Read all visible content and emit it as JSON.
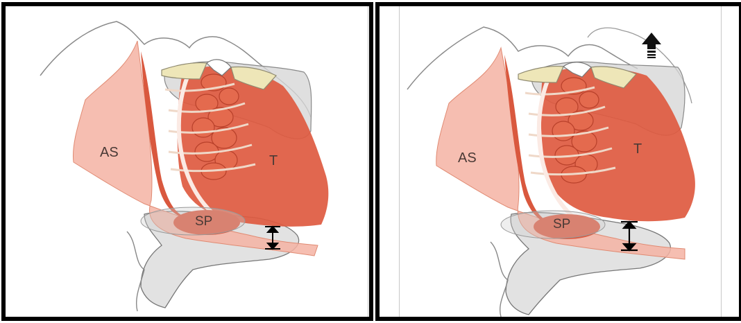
{
  "panels": [
    {
      "labels": {
        "as": "AS",
        "t": "T",
        "sp": "SP"
      },
      "arrow_up": false
    },
    {
      "labels": {
        "as": "AS",
        "t": "T",
        "sp": "SP"
      },
      "arrow_up": true
    }
  ],
  "colors": {
    "muscle_dark": "#de5a40",
    "muscle_light": "#f4b3a3",
    "bone": "#d4d4d4",
    "tooth": "#eee6b8",
    "outline": "#7a7a7a"
  }
}
